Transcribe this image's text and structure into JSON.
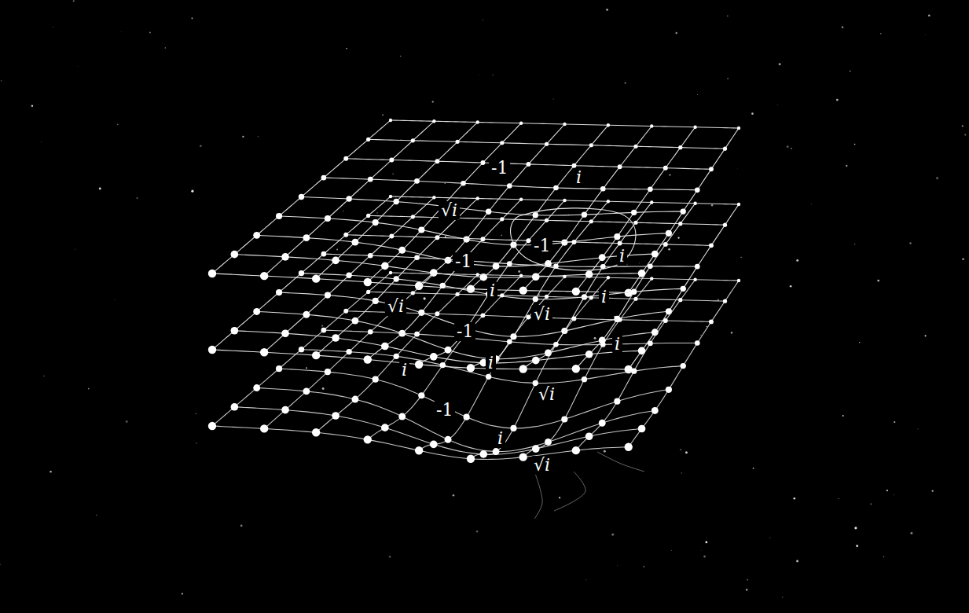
{
  "diagram": {
    "labels": [
      "-1",
      "i",
      "√i",
      "-1",
      "i",
      "-1",
      "i",
      "i",
      "√i",
      "√i",
      "-1",
      "i",
      "i",
      "i",
      "√i",
      "-1",
      "i",
      "√i"
    ]
  }
}
